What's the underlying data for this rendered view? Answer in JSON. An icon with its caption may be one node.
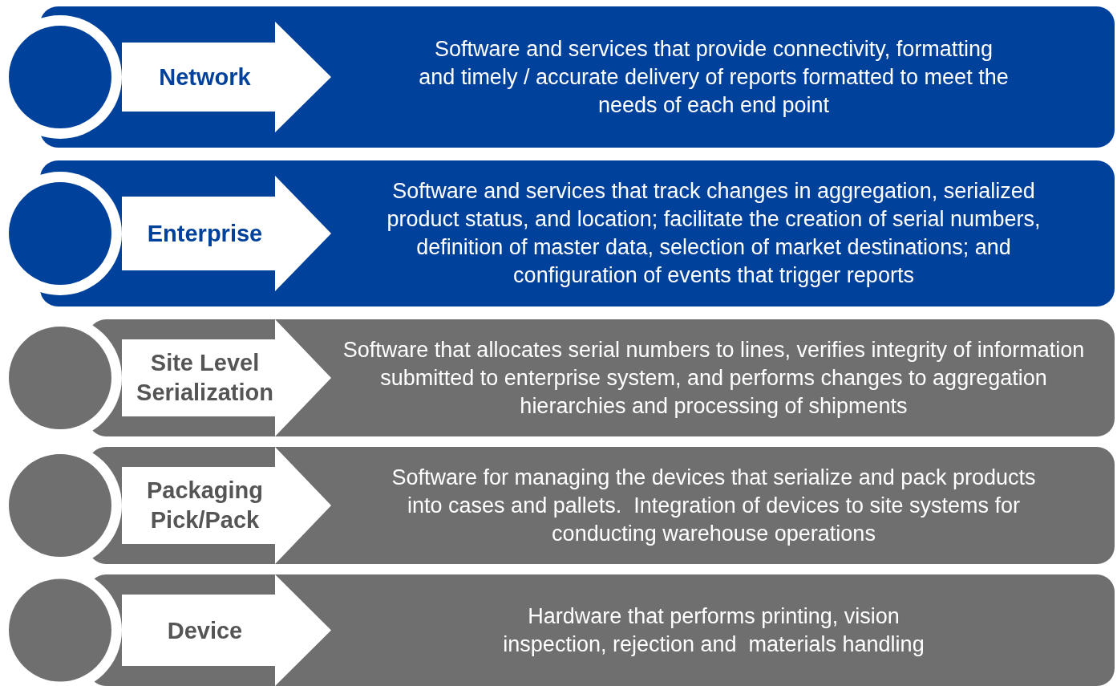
{
  "diagram": {
    "nodes": [
      {
        "text": [],
        "shape": "circle"
      },
      {
        "text": [
          "Software and services that provide connectivity, formatting and timely / accurate delivery of reports formatted to meet the needs of each end point"
        ]
      },
      {
        "text": [
          "Network"
        ],
        "in": 1
      },
      {
        "text": [],
        "shape": "circle"
      },
      {
        "text": [
          "Software and services that track changes in aggregation, serialized product status, and location; facilitate the creation of serial numbers, definition of master data, selection of market destinations; and configuration of events that trigger reports"
        ]
      },
      {
        "text": [
          "Enterprise"
        ],
        "in": 4
      },
      {
        "text": [],
        "shape": "circle"
      },
      {
        "text": [
          "Software that allocates serial numbers to lines, verifies integrity of information submitted to enterprise system, and performs changes to aggregation hierarchies and processing of shipments"
        ]
      },
      {
        "text": [
          "Site Level Serialization"
        ],
        "in": 7
      },
      {
        "text": [],
        "shape": "circle"
      },
      {
        "text": [
          "Software for managing the devices that serialize and pack products into cases and pallets.  Integration of devices to site systems for conducting warehouse operations"
        ]
      },
      {
        "text": [
          "Packaging Pick/Pack"
        ],
        "in": 10
      },
      {
        "text": [],
        "shape": "circle"
      },
      {
        "text": [
          "Hardware that performs printing, vision inspection, rejection and  materials handling"
        ]
      },
      {
        "text": [
          "Device"
        ],
        "in": 13
      }
    ]
  }
}
